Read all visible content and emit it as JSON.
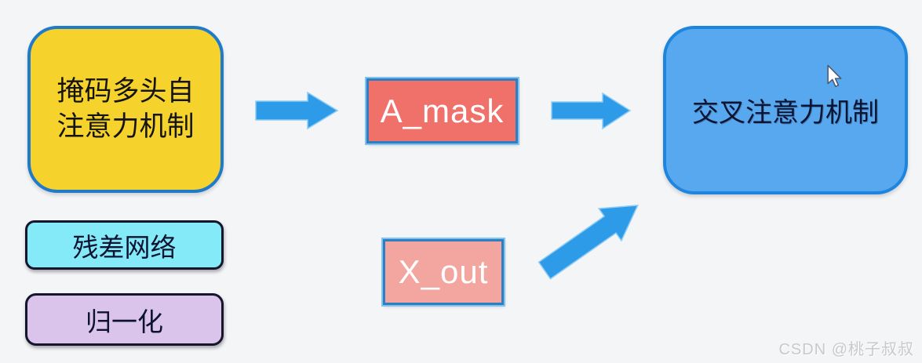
{
  "canvas": {
    "background": "#f4f5f6"
  },
  "nodes": {
    "masked_self_attention": {
      "line1": "掩码多头自",
      "line2": "注意力机制",
      "fill": "#f6d22c",
      "border": "#1f7bca",
      "text_color": "#141414"
    },
    "residual_network": {
      "label": "残差网络",
      "fill": "#85eaf8",
      "border": "#15152c",
      "text_color": "#0d1330"
    },
    "normalization": {
      "label": "归一化",
      "fill": "#dbc4eb",
      "border": "#15152c",
      "text_color": "#0d1330"
    },
    "a_mask": {
      "label": "A_mask",
      "fill": "#f0706a",
      "border": "#2e7fc1",
      "text_color": "#ffffff"
    },
    "x_out": {
      "label": "X_out",
      "fill": "#f3a69f",
      "border": "#2e7fc1",
      "text_color": "#ffffff"
    },
    "cross_attention": {
      "label": "交叉注意力机制",
      "fill": "#57a8ee",
      "border": "#1d85dd",
      "text_color": "#0c1433"
    }
  },
  "edges": [
    {
      "from": "masked_self_attention",
      "to": "a_mask",
      "direction": "right"
    },
    {
      "from": "a_mask",
      "to": "cross_attention",
      "direction": "right"
    },
    {
      "from": "x_out",
      "to": "cross_attention",
      "direction": "up-right"
    }
  ],
  "arrow_style": {
    "fill": "#2d9be8",
    "outline": "#8ecdf4"
  },
  "watermark": {
    "text": "CSDN @桃子叔叔",
    "color": "#c9c9c9"
  }
}
